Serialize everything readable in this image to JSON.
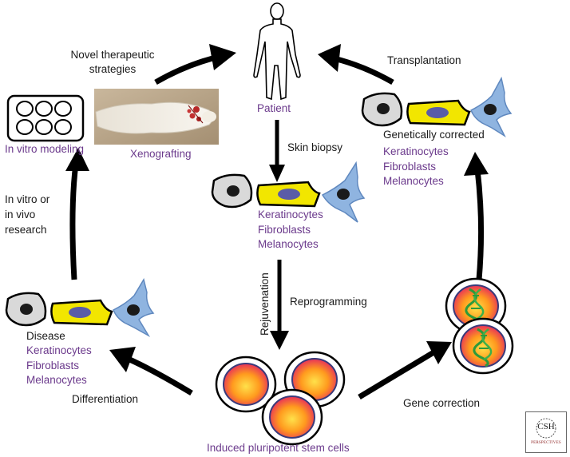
{
  "labels": {
    "patient": "Patient",
    "skin_biopsy": "Skin biopsy",
    "transplantation": "Transplantation",
    "novel_line1": "Novel therapeutic",
    "novel_line2": "strategies",
    "in_vitro_modeling": "In vitro modeling",
    "xenografting": "Xenografting",
    "genetically_corrected": "Genetically corrected",
    "research_line1": "In vitro or",
    "research_line2": "in vivo",
    "research_line3": "research",
    "rejuvenation": "Rejuvenation",
    "reprogramming": "Reprogramming",
    "disease": "Disease",
    "differentiation": "Differentiation",
    "gene_correction": "Gene correction",
    "ipsc": "Induced pluripotent stem cells"
  },
  "cell_types": {
    "keratinocytes": "Keratinocytes",
    "fibroblasts": "Fibroblasts",
    "melanocytes": "Melanocytes"
  },
  "logo": {
    "line1": "CSH",
    "line2": "PERSPECTIVES"
  },
  "colors": {
    "purple_text": "#6b3a8c",
    "keratinocyte_fill": "#d9d9d9",
    "fibroblast_fill": "#f2e600",
    "melanocyte_fill": "#8fb4e0",
    "nucleus": "#1a1a1a",
    "arrow": "#000000"
  }
}
